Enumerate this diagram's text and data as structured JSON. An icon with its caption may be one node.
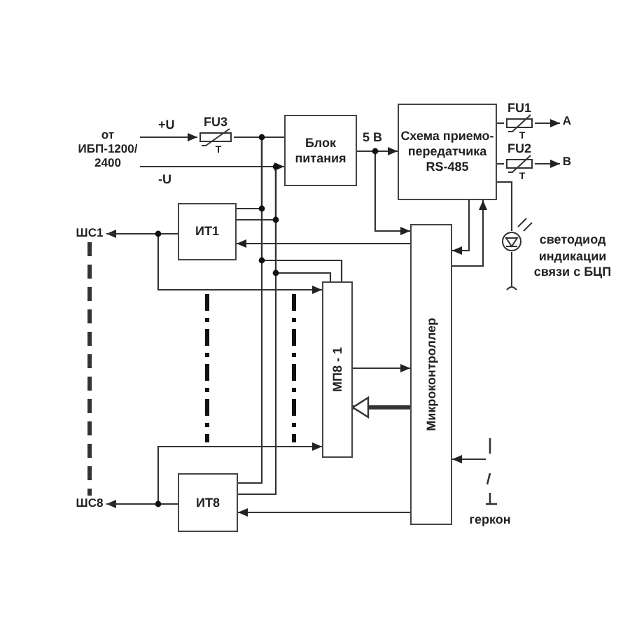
{
  "diagram": {
    "nodes": [
      {
        "text": [
          "от ИБП-1200/ 2400"
        ]
      },
      {
        "text": [
          "FU3",
          "T"
        ]
      },
      {
        "text": [
          "Блок питания"
        ]
      },
      {
        "text": [
          "Схема приемо-передатчика RS-485"
        ]
      },
      {
        "text": [
          "FU1",
          "T"
        ]
      },
      {
        "text": [
          "FU2",
          "T"
        ]
      },
      {
        "text": [
          "A"
        ]
      },
      {
        "text": [
          "B"
        ]
      },
      {
        "text": [],
        "shape": "circle",
        "beside": [
          "светодиод индикации связи с БЦП"
        ]
      },
      {
        "text": [
          "ИТ1"
        ]
      },
      {
        "text": [
          "ШС1"
        ]
      },
      {
        "text": [
          "МП8 - 1"
        ]
      },
      {
        "text": [
          "Микроконтроллер"
        ]
      },
      {
        "text": [
          "ИТ8"
        ]
      },
      {
        "text": [
          "ШС8"
        ]
      },
      {
        "text": [],
        "shape": "switch",
        "beside": [
          "геркон"
        ]
      }
    ],
    "edges": [
      {
        "from": 0,
        "to": 1,
        "arrow": "to",
        "label": "+U"
      },
      {
        "from": 0,
        "to": 2,
        "arrow": "to",
        "label": "-U"
      },
      {
        "from": 1,
        "to": 2,
        "arrow": "none"
      },
      {
        "from": 2,
        "to": 3,
        "arrow": "to",
        "label": "5 В"
      },
      {
        "from": 2,
        "to": 12,
        "arrow": "to"
      },
      {
        "from": 3,
        "to": 4,
        "arrow": "none"
      },
      {
        "from": 4,
        "to": 6,
        "arrow": "to"
      },
      {
        "from": 3,
        "to": 5,
        "arrow": "none"
      },
      {
        "from": 5,
        "to": 7,
        "arrow": "to"
      },
      {
        "from": 3,
        "to": 8,
        "arrow": "none"
      },
      {
        "from": 12,
        "to": 3,
        "arrow": "to"
      },
      {
        "from": 3,
        "to": 12,
        "arrow": "to"
      },
      {
        "from": 9,
        "to": 10,
        "arrow": "to"
      },
      {
        "from": 13,
        "to": 14,
        "arrow": "to"
      },
      {
        "from": 10,
        "to": 14,
        "arrow": "none",
        "style": "dashed"
      },
      {
        "from": 10,
        "to": 11,
        "arrow": "to"
      },
      {
        "from": 14,
        "to": 11,
        "arrow": "to"
      },
      {
        "from": 12,
        "to": 9,
        "arrow": "to"
      },
      {
        "from": 12,
        "to": 13,
        "arrow": "to"
      },
      {
        "from": 11,
        "to": 12,
        "arrow": "to"
      },
      {
        "from": 12,
        "to": 11,
        "arrow": "to",
        "style": "thick"
      },
      {
        "from": 15,
        "to": 12,
        "arrow": "to"
      },
      {
        "from": 1,
        "to": 9,
        "arrow": "none"
      },
      {
        "from": 1,
        "to": 13,
        "arrow": "none"
      },
      {
        "from": 1,
        "to": 11,
        "arrow": "none"
      },
      {
        "from": 0,
        "to": 9,
        "arrow": "none"
      },
      {
        "from": 0,
        "to": 13,
        "arrow": "none"
      },
      {
        "from": 0,
        "to": 11,
        "arrow": "none"
      }
    ]
  }
}
